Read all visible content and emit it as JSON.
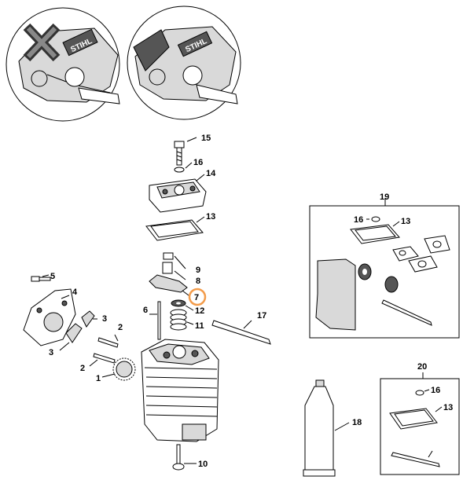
{
  "diagram": {
    "brand_mark": "STIHL",
    "callouts": {
      "c1": "1",
      "c2a": "2",
      "c2b": "2",
      "c3a": "3",
      "c3b": "3",
      "c4": "4",
      "c5": "5",
      "c6": "6",
      "c7": "7",
      "c8": "8",
      "c9": "9",
      "c10": "10",
      "c11": "11",
      "c12": "12",
      "c13": "13",
      "c14": "14",
      "c15": "15",
      "c16": "16",
      "c17": "17",
      "c18": "18",
      "k19": "19",
      "k19_16": "16",
      "k19_13": "13",
      "k20": "20",
      "k20_16": "16",
      "k20_13": "13"
    },
    "highlight_color": "#f39c4b"
  }
}
